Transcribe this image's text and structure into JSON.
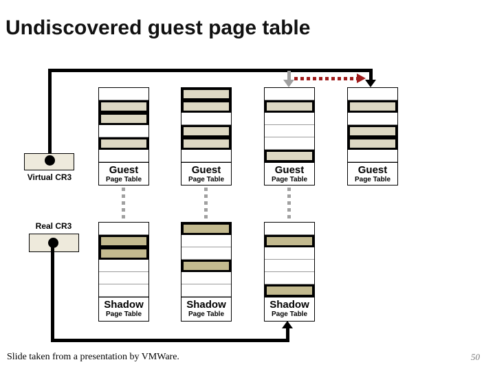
{
  "title": "Undiscovered guest page table",
  "colors": {
    "guest_fill": "#ddd8c3",
    "shadow_fill": "#c3ba8f",
    "cr3_fill": "#eeeadc",
    "red_arrow": "#9e1a1a",
    "gray": "#a0a0a0"
  },
  "labels": {
    "virtual_cr3": "Virtual CR3",
    "real_cr3": "Real CR3"
  },
  "guest_tables": [
    {
      "title": "Guest",
      "subtitle": "Page Table",
      "rows": [
        0,
        1,
        1,
        0,
        1,
        0
      ]
    },
    {
      "title": "Guest",
      "subtitle": "Page Table",
      "rows": [
        1,
        1,
        0,
        1,
        1,
        0
      ]
    },
    {
      "title": "Guest",
      "subtitle": "Page Table",
      "rows": [
        0,
        1,
        0,
        0,
        0,
        1
      ]
    },
    {
      "title": "Guest",
      "subtitle": "Page Table",
      "rows": [
        0,
        1,
        0,
        1,
        1,
        0
      ]
    }
  ],
  "shadow_tables": [
    {
      "title": "Shadow",
      "subtitle": "Page Table",
      "rows": [
        0,
        1,
        1,
        0,
        0,
        0
      ]
    },
    {
      "title": "Shadow",
      "subtitle": "Page Table",
      "rows": [
        1,
        0,
        0,
        1,
        0,
        0
      ]
    },
    {
      "title": "Shadow",
      "subtitle": "Page Table",
      "rows": [
        0,
        1,
        0,
        0,
        0,
        1
      ]
    }
  ],
  "footer": {
    "credit": "Slide taken from a presentation by VMWare.",
    "page_number": "50"
  }
}
